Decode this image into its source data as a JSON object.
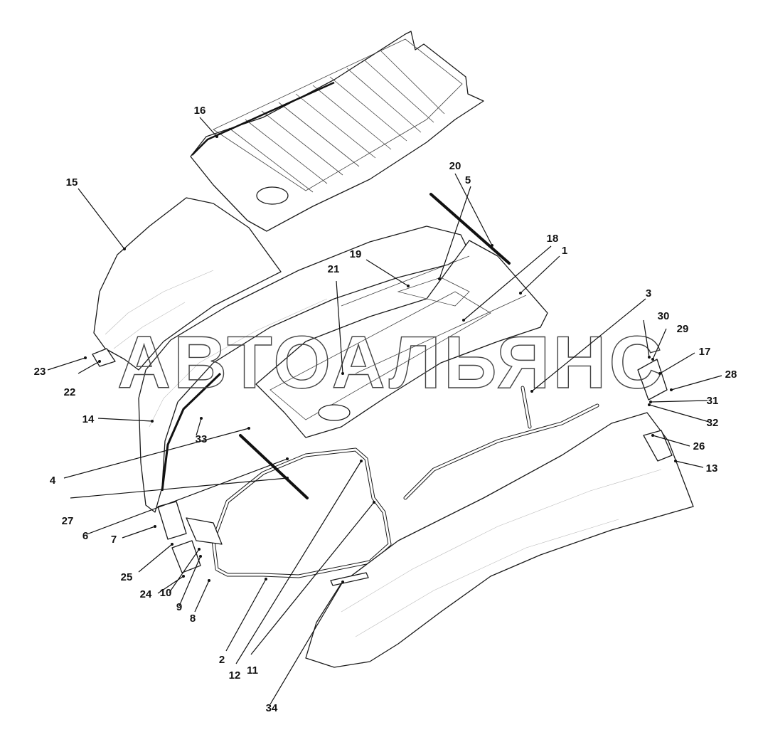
{
  "watermark": "АВТОАЛЬЯНС",
  "callouts": [
    "1",
    "2",
    "3",
    "4",
    "5",
    "6",
    "7",
    "8",
    "9",
    "10",
    "11",
    "12",
    "13",
    "14",
    "15",
    "16",
    "17",
    "18",
    "19",
    "20",
    "21",
    "22",
    "23",
    "24",
    "25",
    "26",
    "27",
    "28",
    "29",
    "30",
    "31",
    "32",
    "33",
    "34"
  ]
}
